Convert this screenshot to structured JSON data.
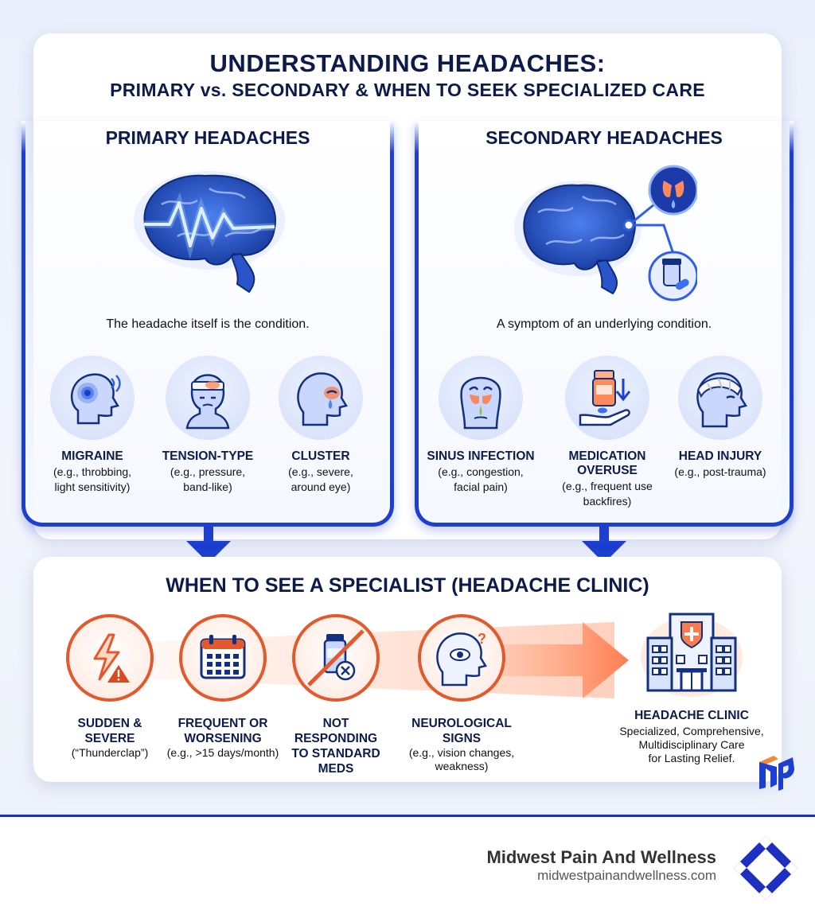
{
  "title": "UNDERSTANDING HEADACHES:",
  "subtitle": "PRIMARY vs. SECONDARY & WHEN TO SEEK SPECIALIZED CARE",
  "primary": {
    "heading": "PRIMARY HEADACHES",
    "description": "The headache itself is the condition.",
    "types": [
      {
        "label": "MIGRAINE",
        "desc1": "(e.g., throbbing,",
        "desc2": "light sensitivity)"
      },
      {
        "label": "TENSION-TYPE",
        "desc1": "(e.g., pressure,",
        "desc2": "band-like)"
      },
      {
        "label": "CLUSTER",
        "desc1": "(e.g., severe,",
        "desc2": "around eye)"
      }
    ]
  },
  "secondary": {
    "heading": "SECONDARY HEADACHES",
    "description": "A symptom of an underlying condition.",
    "types": [
      {
        "label": "SINUS INFECTION",
        "desc1": "(e.g., congestion,",
        "desc2": "facial pain)"
      },
      {
        "label": "MEDICATION",
        "label2": "OVERUSE",
        "desc1": "(e.g., frequent use",
        "desc2": "backfires)"
      },
      {
        "label": "HEAD INJURY",
        "desc1": "(e.g., post-trauma)",
        "desc2": ""
      }
    ]
  },
  "specialist": {
    "heading": "WHEN TO SEE A SPECIALIST (HEADACHE CLINIC)",
    "signs": [
      {
        "label1": "SUDDEN &",
        "label2": "SEVERE",
        "desc1": "(“Thunderclap”)",
        "desc2": ""
      },
      {
        "label1": "FREQUENT OR",
        "label2": "WORSENING",
        "desc1": "(e.g., >15 days/month)",
        "desc2": ""
      },
      {
        "label1": "NOT",
        "label2": "RESPONDING",
        "label3": "TO STANDARD",
        "label4": "MEDS"
      },
      {
        "label1": "NEUROLOGICAL",
        "label2": "SIGNS",
        "desc1": "(e.g., vision changes,",
        "desc2": "weakness)"
      }
    ],
    "clinic": {
      "label": "HEADACHE CLINIC",
      "desc1": "Specialized, Comprehensive,",
      "desc2": "Multidisciplinary Care",
      "desc3": "for Lasting Relief."
    }
  },
  "footer": {
    "brand": "Midwest Pain And Wellness",
    "url": "midwestpainandwellness.com"
  },
  "colors": {
    "navy": "#0d1b4a",
    "blue": "#1d3fd0",
    "orange": "#e2592d"
  }
}
